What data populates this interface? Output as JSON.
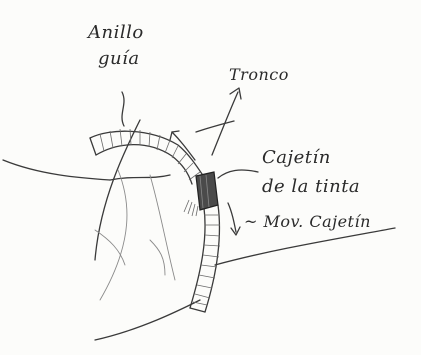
{
  "labels": {
    "ring_line1": "Anillo",
    "ring_line2": "guía",
    "trunk": "Tronco",
    "box_line1": "Cajetín",
    "box_line2": "de la tinta",
    "movement": "~ Mov. Cajetín"
  },
  "colors": {
    "paper": "#fcfcfa",
    "pencil": "#3a3a3a",
    "cartridge_fill": "#4a4a4a"
  }
}
